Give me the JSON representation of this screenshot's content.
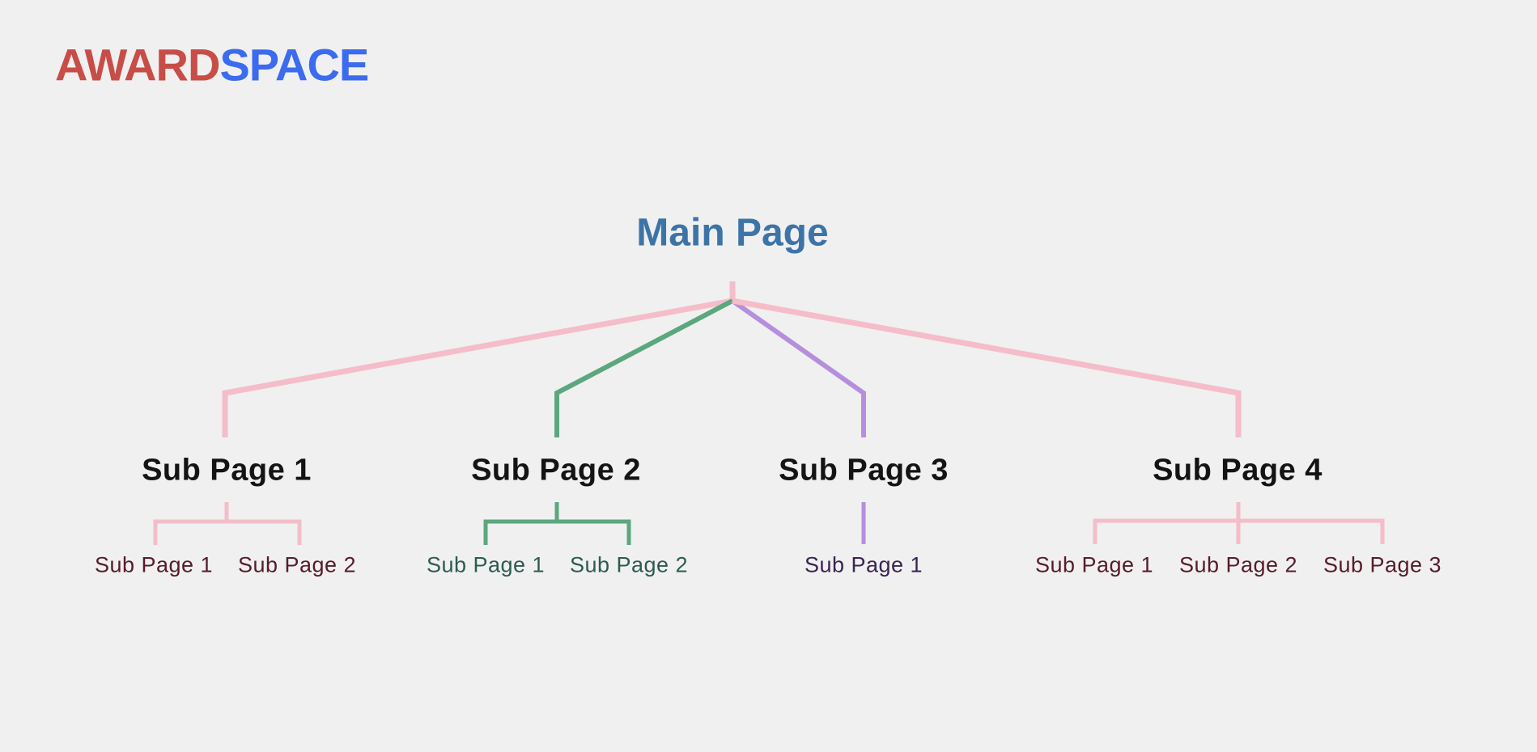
{
  "logo": {
    "award": "AWARD",
    "space": "SPACE"
  },
  "colors": {
    "background": "#f0f0f0",
    "logo-red": "#c84d47",
    "logo-blue": "#3b6bee",
    "root-blue": "#3d74a8",
    "heading-dark": "#141414",
    "line-pink": "#f4bdc9",
    "line-green": "#5ba77e",
    "line-purple": "#b58fdd",
    "leaf-maroon": "#571c2b",
    "leaf-teal": "#2d5b51",
    "leaf-purple": "#3a2452"
  },
  "tree": {
    "root": "Main Page",
    "branches": [
      {
        "label": "Sub Page 1",
        "line_color": "pink",
        "children": [
          "Sub Page 1",
          "Sub Page 2"
        ]
      },
      {
        "label": "Sub Page 2",
        "line_color": "green",
        "children": [
          "Sub Page 1",
          "Sub Page 2"
        ]
      },
      {
        "label": "Sub Page 3",
        "line_color": "purple",
        "children": [
          "Sub Page 1"
        ]
      },
      {
        "label": "Sub Page 4",
        "line_color": "pink",
        "children": [
          "Sub Page 1",
          "Sub Page 2",
          "Sub Page 3"
        ]
      }
    ]
  }
}
